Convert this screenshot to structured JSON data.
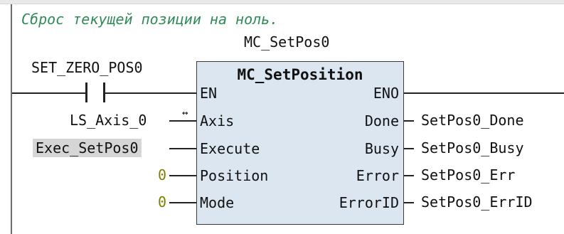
{
  "comment": "Сброс текущей позиции на ноль.",
  "instance_name": "MC_SetPos0",
  "contact_variable": "SET_ZERO_POS0",
  "block": {
    "type_name": "MC_SetPosition",
    "inputs": [
      "EN",
      "Axis",
      "Execute",
      "Position",
      "Mode"
    ],
    "outputs": [
      "ENO",
      "Done",
      "Busy",
      "Error",
      "ErrorID"
    ]
  },
  "input_vars": {
    "axis": "LS_Axis_0",
    "execute": "Exec_SetPos0",
    "position": "0",
    "mode": "0"
  },
  "output_vars": {
    "done": "SetPos0_Done",
    "busy": "SetPos0_Busy",
    "error": "SetPos0_Err",
    "errorid": "SetPos0_ErrID"
  },
  "icons": {
    "axis_link": "bidirectional-arrow-icon"
  },
  "colors": {
    "comment": "#2e8b57",
    "block_fill": "#dce6f1",
    "constant": "#808000",
    "selected_var_bg": "#d6d6d6"
  }
}
